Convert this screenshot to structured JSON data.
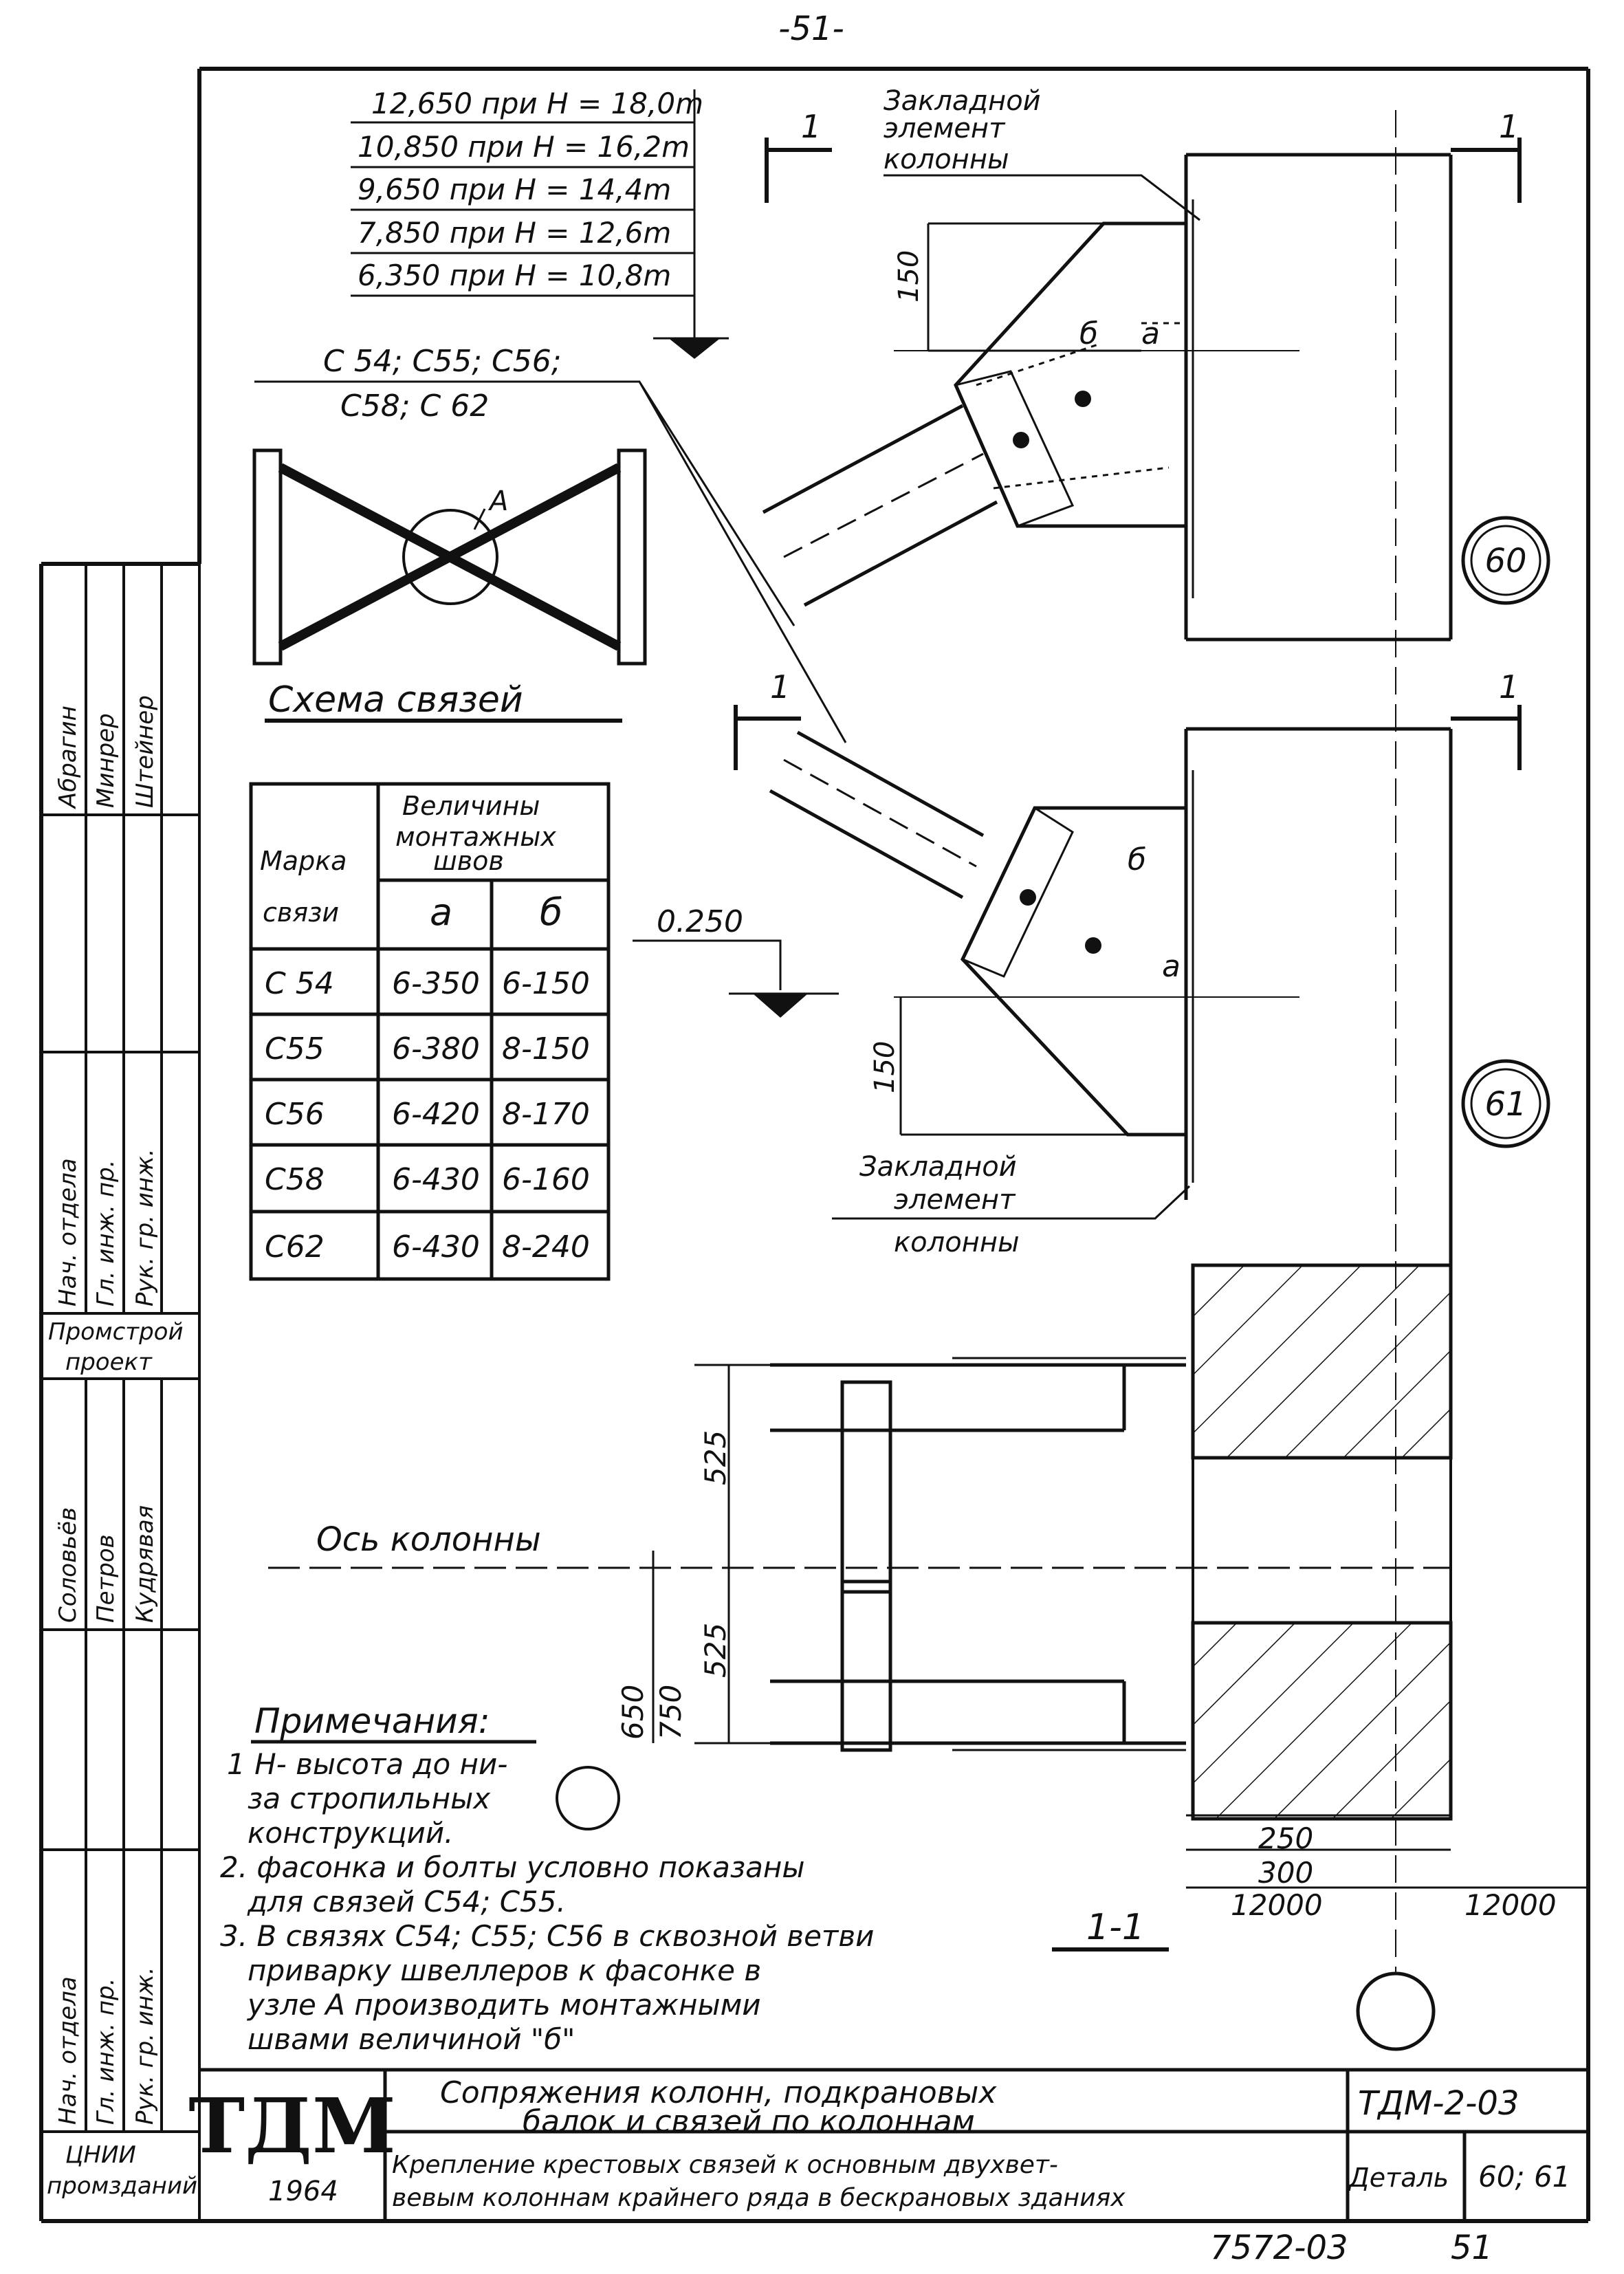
{
  "page_number": "-51-",
  "elevation_levels": [
    "12,650 при H = 18,0m",
    "10,850 при H = 16,2m",
    "9,650 при H = 14,4m",
    "7,850 при H = 12,6m",
    "6,350 при H = 10,8m"
  ],
  "section_marks": [
    "1",
    "1",
    "1",
    "1"
  ],
  "embedded_element_label": [
    "Закладной",
    "элемент",
    "колонны"
  ],
  "brace_marks": [
    "C 54; C55; C56;",
    "C58; C 62"
  ],
  "dimensions": {
    "top_150": "150",
    "bottom_150": "150",
    "elevation_0250": "0.250",
    "d525_top": "525",
    "d525_bottom": "525",
    "d650": "650",
    "d750": "750",
    "d250": "250",
    "d300": "300",
    "d12000_a": "12000",
    "d12000_b": "12000"
  },
  "weld_letters": {
    "a": "a",
    "b": "б"
  },
  "axis_markers": [
    "60",
    "61"
  ],
  "scheme": {
    "node_label": "A",
    "title": "Схема связей"
  },
  "weld_table": {
    "header_mark": [
      "Марка",
      "связи"
    ],
    "header_group": [
      "Величины",
      "монтажных",
      "швов"
    ],
    "col_a": "a",
    "col_b": "б",
    "rows": [
      {
        "mark": "C 54",
        "a": "6-350",
        "b": "6-150"
      },
      {
        "mark": "C55",
        "a": "6-380",
        "b": "8-150"
      },
      {
        "mark": "C56",
        "a": "6-420",
        "b": "8-170"
      },
      {
        "mark": "C58",
        "a": "6-430",
        "b": "6-160"
      },
      {
        "mark": "C62",
        "a": "6-430",
        "b": "8-240"
      }
    ]
  },
  "column_axis_label": "Ось колонны",
  "section_label": "1-1",
  "notes": {
    "title": "Примечания:",
    "lines": [
      "1 H- высота до ни-",
      "за стропильных",
      "конструкций.",
      "2. фасонка и болты условно показаны",
      "для связей C54; C55.",
      "3. В связях C54; C55; C56 в сквозной ветви",
      "приварку швеллеров к фасонке в",
      "узле A производить монтажными",
      "швами величиной \"б\""
    ]
  },
  "side_stamp": {
    "roles_top": [
      "Нач. отдела",
      "Гл. инж. пр.",
      "Рук. гр. инж."
    ],
    "names_top": [
      "Абрагин",
      "Минрер",
      "Штейнер"
    ],
    "org_top": [
      "Промстрой",
      "проект"
    ],
    "roles_bottom": [
      "Нач. отдела",
      "Гл. инж. пр.",
      "Рук. гр. инж."
    ],
    "names_bottom": [
      "Соловьёв",
      "Петров",
      "Кудрявая"
    ],
    "org_bottom": [
      "ЦНИИ",
      "промзданий"
    ]
  },
  "title_block": {
    "logo": "ТДМ",
    "year": "1964",
    "title": [
      "Сопряжения колонн, подкрановых",
      "балок и связей по колоннам"
    ],
    "subtitle": [
      "Крепление крестовых связей к основным двухвет-",
      "вевым колоннам крайнего ряда в бескрановых зданиях"
    ],
    "code": "ТДМ-2-03",
    "detail_label": "Деталь",
    "detail_value": "60; 61"
  },
  "footer": {
    "number": "7572-03",
    "page": "51"
  }
}
